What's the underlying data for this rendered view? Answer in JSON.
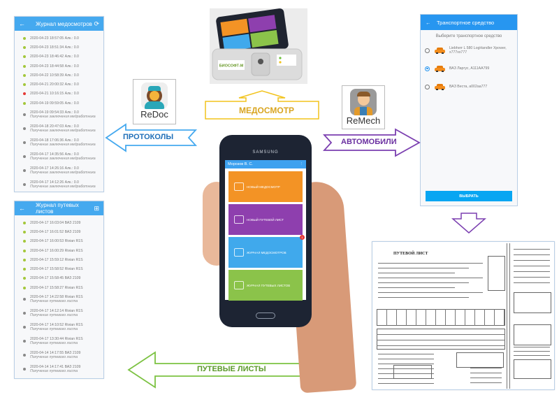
{
  "colors": {
    "header_blue": "#45a9ef",
    "arrow_yellow": "#f2c31c",
    "arrow_blue": "#45a9ef",
    "arrow_purple": "#7b3fb0",
    "arrow_green": "#7cc242",
    "dot_green": "#a3c73a",
    "dot_red": "#e53935",
    "dot_gray": "#888888"
  },
  "medical_journal": {
    "title": "Журнал медосмотров",
    "back_icon": "arrow-left-icon",
    "action_icon": "sync-add-icon",
    "items": [
      {
        "line": "2020-04-23 18:57:05 Алк.: 0.0",
        "status": "green"
      },
      {
        "line": "2020-04-23 18:51:34 Алк.: 0.0",
        "status": "green"
      },
      {
        "line": "2020-04-23 18:46:42 Алк.: 0.0",
        "status": "green"
      },
      {
        "line": "2020-04-23 18:44:58 Алк.: 0.0",
        "status": "green"
      },
      {
        "line": "2020-04-22 10:58:39 Алк.: 0.0",
        "status": "green"
      },
      {
        "line": "2020-04-21 20:00:32 Алк.: 0.0",
        "status": "green"
      },
      {
        "line": "2020-04-21 10:16:15 Алк.: 0.0",
        "status": "red"
      },
      {
        "line": "2020-04-19 09:59:05 Алк.: 0.0",
        "status": "green"
      },
      {
        "line": "2020-04-19 09:54:33 Алк.: 0.0",
        "sub": "Получение заключения медработника",
        "status": "gray"
      },
      {
        "line": "2020-04-18 20:47:03 Алк.: 0.0",
        "sub": "Получение заключения медработника",
        "status": "gray"
      },
      {
        "line": "2020-04-18 17:06:36 Алк.: 0.0",
        "sub": "Получение заключения медработника",
        "status": "gray"
      },
      {
        "line": "2020-04-17 14:35:56 Алк.: 0.0",
        "sub": "Получение заключения медработника",
        "status": "gray"
      },
      {
        "line": "2020-04-17 14:26:16 Алк.: 0.0",
        "sub": "Получение заключения медработника",
        "status": "gray"
      },
      {
        "line": "2020-04-17 14:12:26 Алк.: 0.0",
        "sub": "Получение заключения медработника",
        "status": "gray"
      }
    ]
  },
  "waybill_journal": {
    "title": "Журнал путевых листов",
    "back_icon": "arrow-left-icon",
    "action_icon": "add-box-icon",
    "items": [
      {
        "line": "2020-04-17 16:03:04 ВАЗ 2109",
        "status": "green"
      },
      {
        "line": "2020-04-17 16:01:52 ВАЗ 2109",
        "status": "green"
      },
      {
        "line": "2020-04-17 16:00:53 Rivian R1S",
        "status": "green"
      },
      {
        "line": "2020-04-17 16:00:29 Rivian R1S",
        "status": "green"
      },
      {
        "line": "2020-04-17 15:59:12 Rivian R1S",
        "status": "green"
      },
      {
        "line": "2020-04-17 15:58:52 Rivian R1S",
        "status": "green"
      },
      {
        "line": "2020-04-17 15:58:45 ВАЗ 2109",
        "status": "green"
      },
      {
        "line": "2020-04-17 15:58:27 Rivian R1S",
        "status": "green"
      },
      {
        "line": "2020-04-17 14:22:58 Rivian R1S",
        "sub": "Получение путевого листа",
        "status": "gray"
      },
      {
        "line": "2020-04-17 14:12:14 Rivian R1S",
        "sub": "Получение путевого листа",
        "status": "gray"
      },
      {
        "line": "2020-04-17 14:10:52 Rivian R1S",
        "sub": "Получение путевого листа",
        "status": "gray"
      },
      {
        "line": "2020-04-17 13:30:44 Rivian R1S",
        "sub": "Получение путевого листа",
        "status": "gray"
      },
      {
        "line": "2020-04-14 14:17:55 ВАЗ 2109",
        "sub": "Получение путевого листа",
        "status": "gray"
      },
      {
        "line": "2020-04-14 14:17:41 ВАЗ 2109",
        "sub": "Получение путевого листа",
        "status": "gray"
      }
    ]
  },
  "vehicle_select": {
    "title": "Транспортное средство",
    "subtitle": "Выберите транспортное средство",
    "options": [
      {
        "label": "Liebherr L 580 LogHandler Xpower, х777хх777",
        "selected": false
      },
      {
        "label": "ВАЗ Ларгус, А111АА799",
        "selected": true
      },
      {
        "label": "ВАЗ Веста, а002аа777",
        "selected": false
      }
    ],
    "button": "ВЫБРАТЬ"
  },
  "apps": {
    "redoc": "ReDoc",
    "remech": "ReMech"
  },
  "arrows": {
    "medical": "МЕДОСМОТР",
    "protocols": "ПРОТОКОЛЫ",
    "vehicles": "АВТОМОБИЛИ",
    "waybills": "ПУТЕВЫЕ ЛИСТЫ"
  },
  "phone": {
    "brand": "SAMSUNG",
    "user": "Морозов В. С.",
    "menu_icon": "more-vert-icon",
    "tiles": [
      {
        "label": "НОВЫЙ МЕДОСМОТР",
        "color": "#f39325",
        "icon": "stethoscope-icon"
      },
      {
        "label": "НОВЫЙ ПУТЕВОЙ ЛИСТ",
        "color": "#8e3fae",
        "icon": "car-doc-icon"
      },
      {
        "label": "ЖУРНАЛ МЕДОСМОТРОВ",
        "color": "#40a9ec",
        "icon": "book-icon",
        "badge": "1"
      },
      {
        "label": "ЖУРНАЛ ПУТЕВЫХ ЛИСТОВ",
        "color": "#8bc34a",
        "icon": "clipboard-icon"
      }
    ]
  },
  "device": {
    "brand": "БИОСОФТ-М"
  },
  "document": {
    "title": "ПУТЕВОЙ ЛИСТ"
  }
}
